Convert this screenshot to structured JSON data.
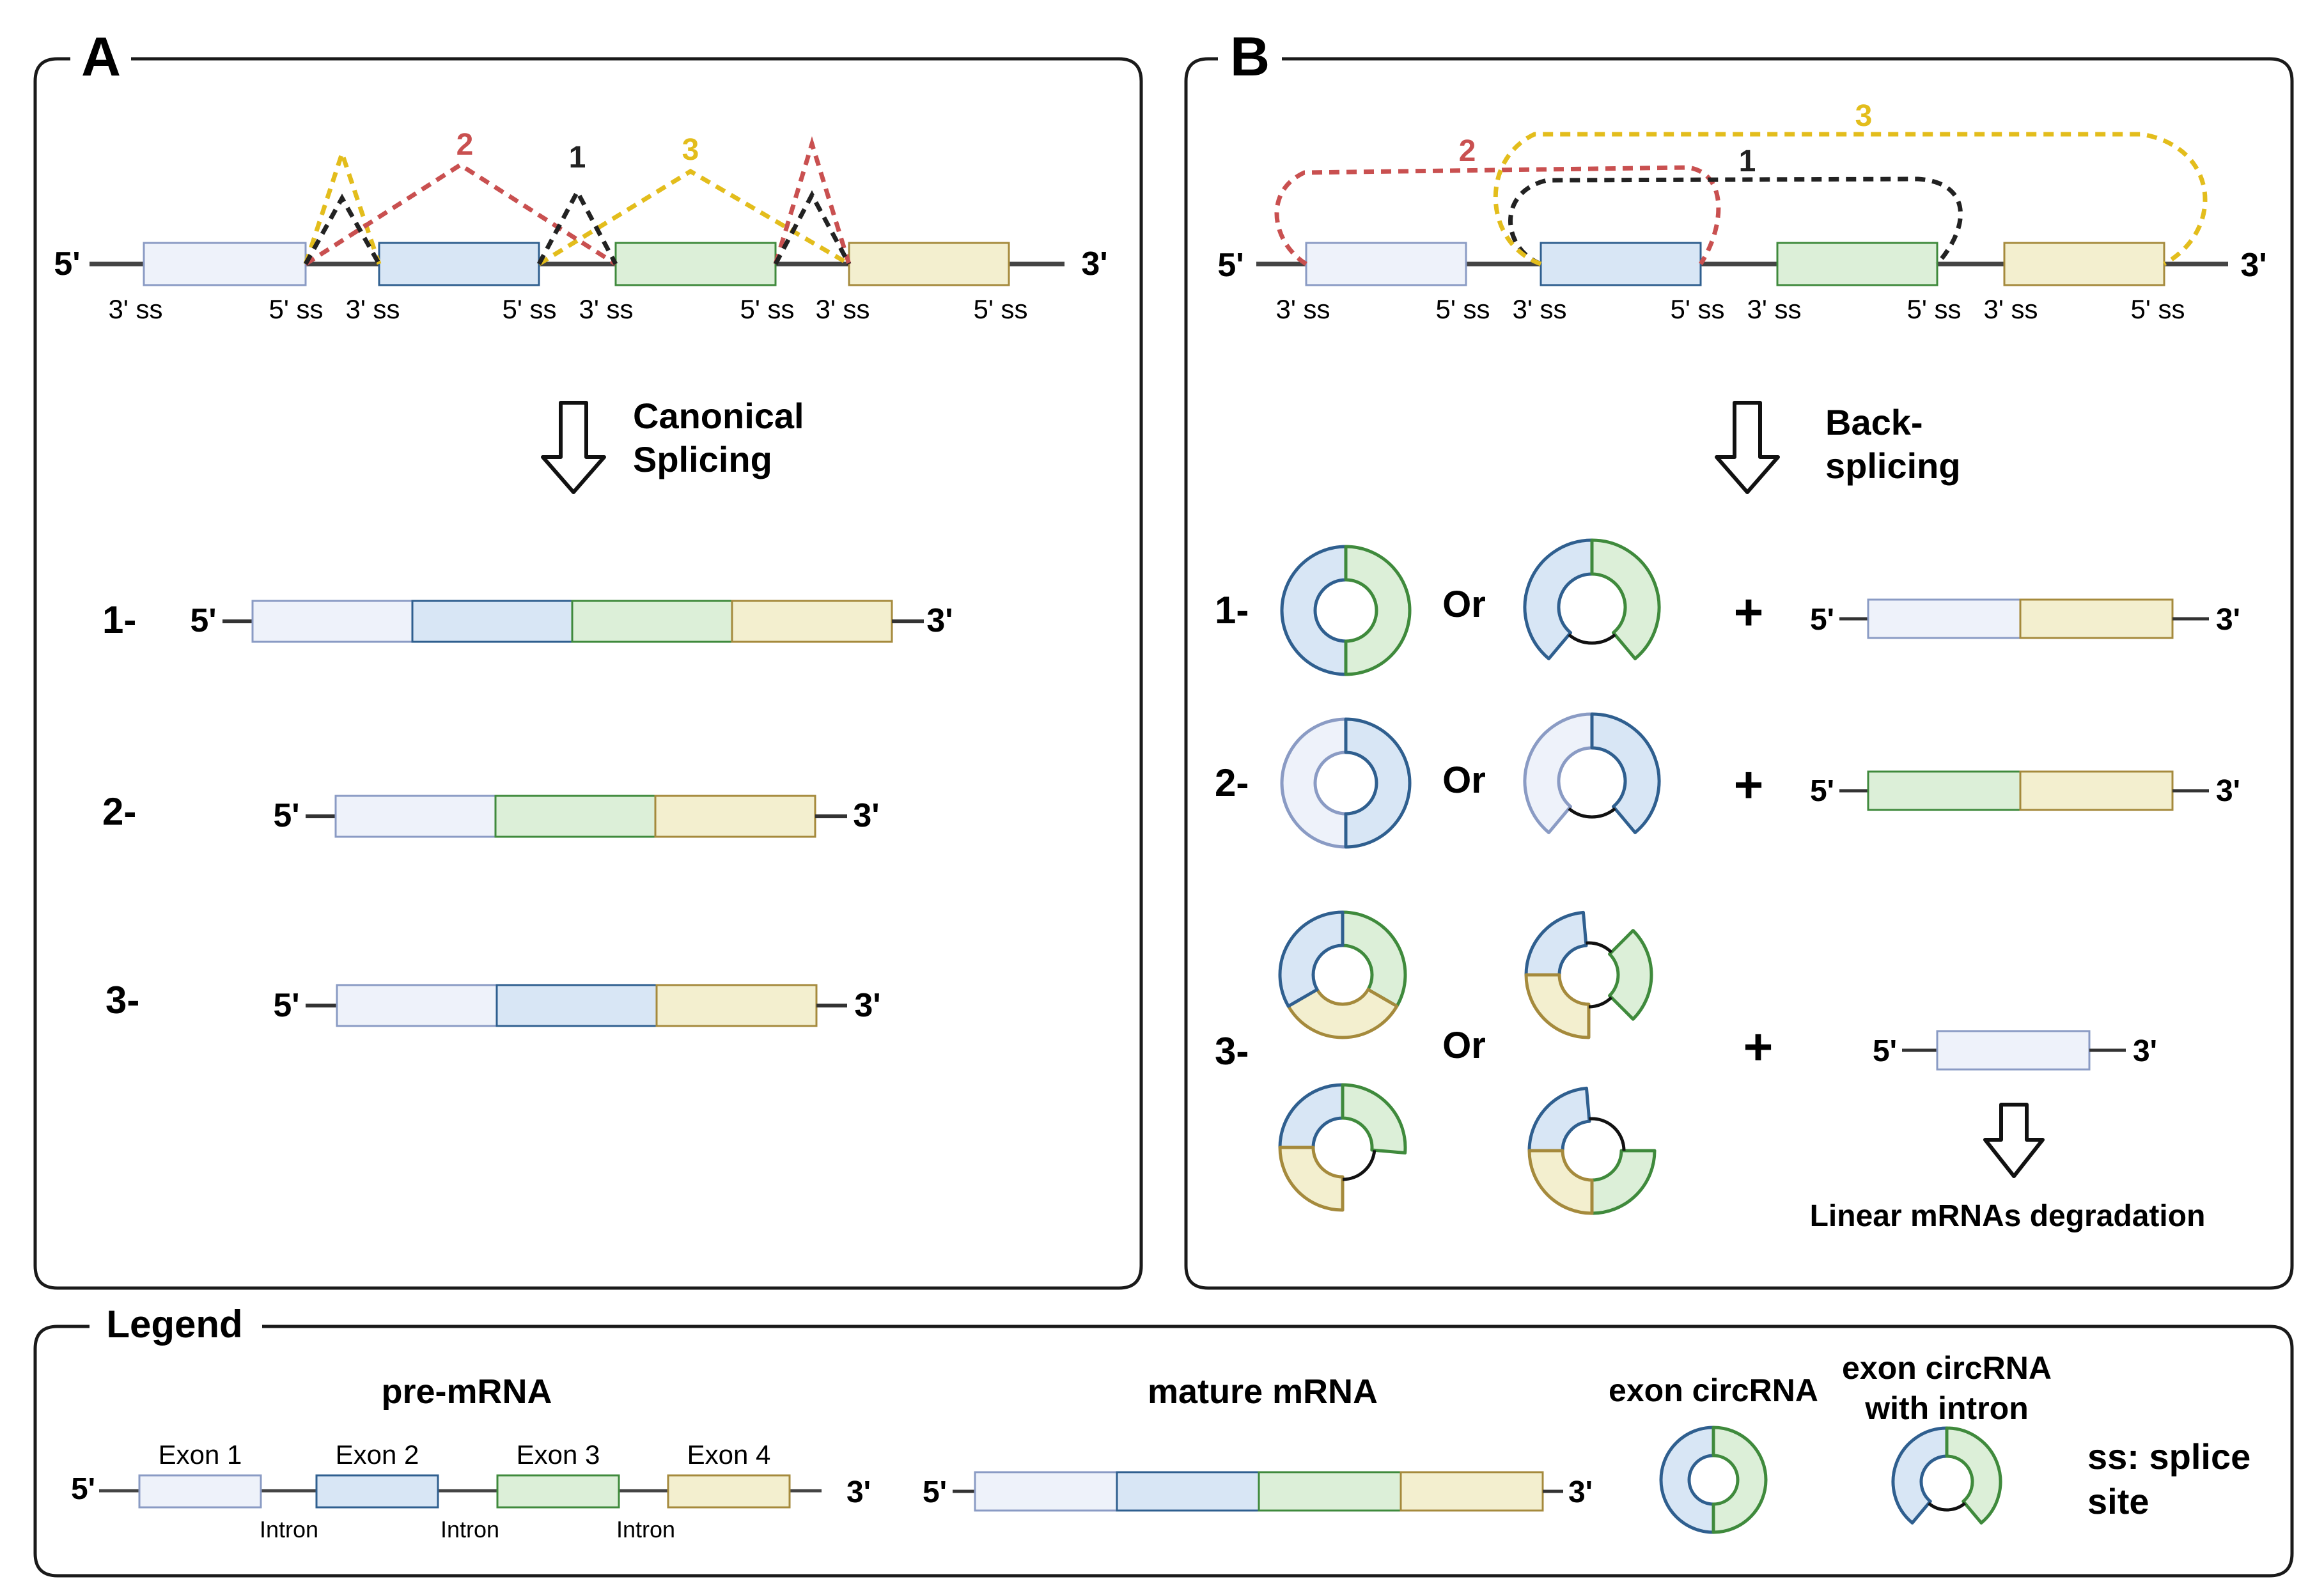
{
  "panels": {
    "a": {
      "letter": "A",
      "arrow_label": [
        "Canonical",
        "Splicing"
      ],
      "row_labels": [
        "1-",
        "2-",
        "3-"
      ]
    },
    "b": {
      "letter": "B",
      "arrow_label": [
        "Back-",
        "splicing"
      ],
      "row_labels": [
        "1-",
        "2-",
        "3-"
      ],
      "or_label": "Or",
      "plus_label": "+",
      "degradation_label": "Linear mRNAs degradation"
    }
  },
  "pre_mrna": {
    "five_prime": "5'",
    "three_prime": "3'",
    "splice_labels": [
      "3' ss",
      "5' ss",
      "3' ss",
      "5' ss",
      "3' ss",
      "5' ss",
      "3' ss",
      "5' ss"
    ],
    "splice_numbers": [
      "1",
      "2",
      "3"
    ]
  },
  "legend": {
    "title": "Legend",
    "pre_mrna_title": "pre-mRNA",
    "mature_mrna_title": "mature mRNA",
    "exon_labels": [
      "Exon 1",
      "Exon 2",
      "Exon 3",
      "Exon 4"
    ],
    "intron_label": "Intron",
    "circ_title": "exon circRNA",
    "circ_intron_title": [
      "exon circRNA",
      "with intron"
    ],
    "ss_note": [
      "ss: splice",
      "site"
    ]
  },
  "colors": {
    "exon1": "#eef2fa",
    "exon1_stroke": "#8a9bc4",
    "exon2": "#d8e6f5",
    "exon2_stroke": "#2f5f8f",
    "exon3": "#dcefd8",
    "exon3_stroke": "#3f8a3c",
    "exon4": "#f3efcf",
    "exon4_stroke": "#a58a3c",
    "path1": "#222222",
    "path2": "#c95050",
    "path3": "#e3bd1c"
  }
}
